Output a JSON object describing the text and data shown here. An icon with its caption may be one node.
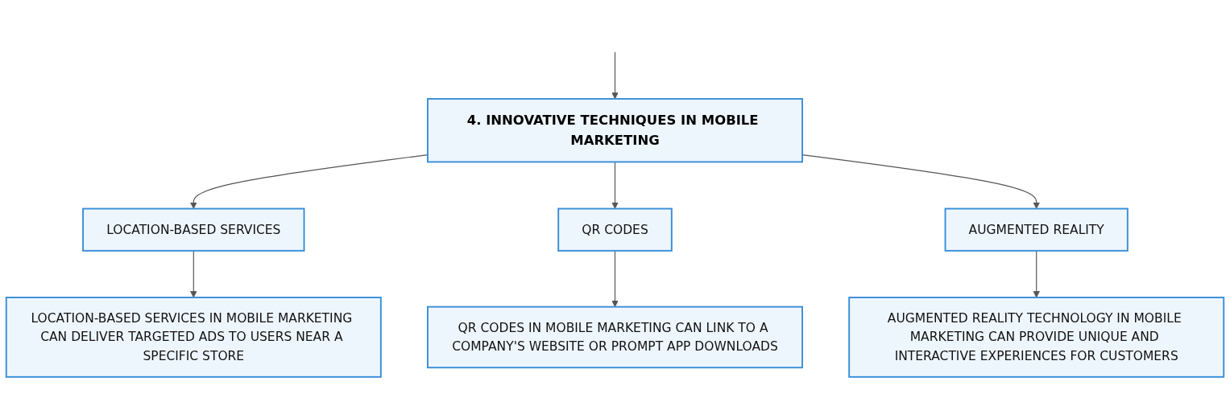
{
  "diagram": {
    "nodes": [
      {
        "text": [
          "4. INNOVATIVE TECHNIQUES IN MOBILE MARKETING"
        ]
      },
      {
        "text": [
          "LOCATION-BASED SERVICES"
        ]
      },
      {
        "text": [
          "QR CODES"
        ]
      },
      {
        "text": [
          "AUGMENTED REALITY"
        ]
      },
      {
        "text": [
          "LOCATION-BASED SERVICES IN MOBILE MARKETING CAN DELIVER TARGETED ADS TO USERS NEAR A SPECIFIC STORE"
        ]
      },
      {
        "text": [
          "QR CODES IN MOBILE MARKETING CAN LINK TO A COMPANY'S WEBSITE OR PROMPT APP DOWNLOADS"
        ]
      },
      {
        "text": [
          "AUGMENTED REALITY TECHNOLOGY IN MOBILE MARKETING CAN PROVIDE UNIQUE AND INTERACTIVE EXPERIENCES FOR CUSTOMERS"
        ]
      }
    ],
    "edges": [
      {
        "from": null,
        "to": 0,
        "arrow": "to"
      },
      {
        "from": 0,
        "to": 1,
        "arrow": "to"
      },
      {
        "from": 0,
        "to": 2,
        "arrow": "to"
      },
      {
        "from": 0,
        "to": 3,
        "arrow": "to"
      },
      {
        "from": 1,
        "to": 4,
        "arrow": "to"
      },
      {
        "from": 2,
        "to": 5,
        "arrow": "to"
      },
      {
        "from": 3,
        "to": 6,
        "arrow": "to"
      }
    ]
  }
}
